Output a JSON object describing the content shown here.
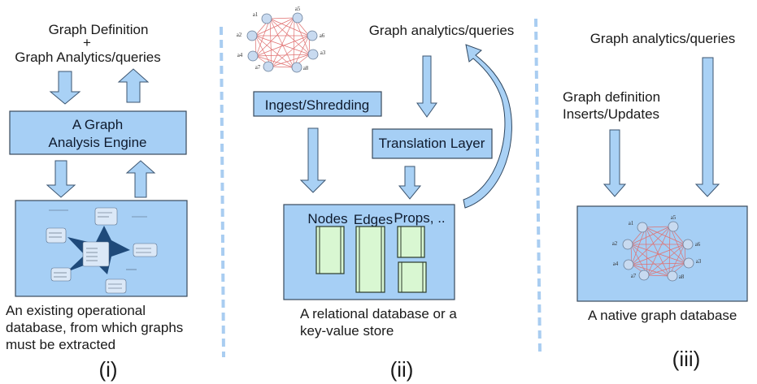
{
  "panels": {
    "left": {
      "top_label_line1": "Graph Definition",
      "top_label_line2": "+",
      "top_label_line3": "Graph Analytics/queries",
      "engine_box_line1": "A Graph",
      "engine_box_line2": "Analysis Engine",
      "caption_line1": "An existing operational",
      "caption_line2": "database, from which graphs",
      "caption_line3": "must be extracted",
      "roman": "(i)",
      "schema_image": "star-schema-diagram"
    },
    "middle": {
      "query_label": "Graph analytics/queries",
      "ingest_box": "Ingest/Shredding",
      "translation_box": "Translation Layer",
      "store_columns": [
        "Nodes",
        "Edges",
        "Props, .."
      ],
      "caption_line1": "A relational database or a",
      "caption_line2": "key-value store",
      "roman": "(ii)"
    },
    "right": {
      "query_label": "Graph analytics/queries",
      "def_label_line1": "Graph definition",
      "def_label_line2": "Inserts/Updates",
      "caption": "A native graph database",
      "roman": "(iii)"
    }
  },
  "graph_nodes": [
    "a1",
    "a5",
    "a2",
    "a6",
    "a4",
    "a3",
    "a7",
    "a8"
  ],
  "colors": {
    "box_fill": "#a6cff5",
    "arrow_fill": "#a9d1f5",
    "table_fill": "#d9f7d2",
    "edge_color": "#e07070",
    "divider": "#a9cdf1"
  }
}
